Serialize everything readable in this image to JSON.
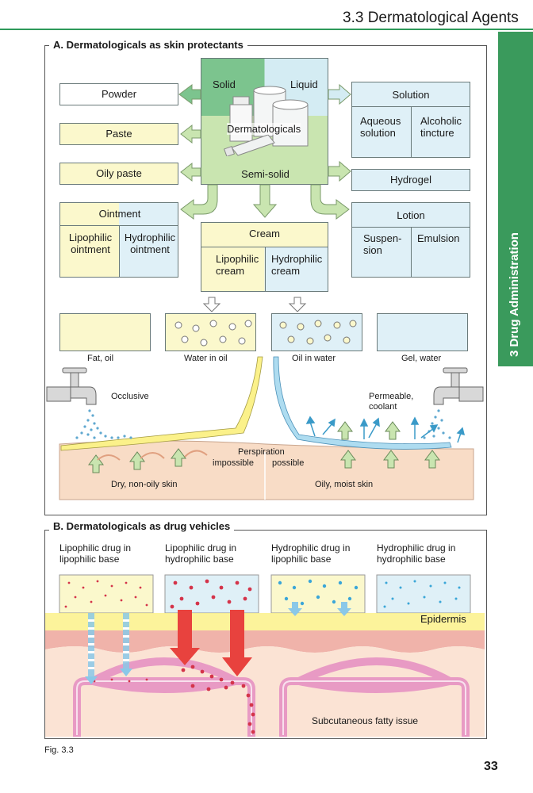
{
  "header": {
    "section": "3.3  Dermatological Agents"
  },
  "sidebar": {
    "label": "3  Drug Administration"
  },
  "panel_a": {
    "title": "A. Dermatologicals as skin protectants",
    "left_boxes": {
      "powder": "Powder",
      "paste": "Paste",
      "oily_paste": "Oily paste",
      "ointment": "Ointment",
      "lipophilic_ointment": "Lipophilic ointment",
      "hydrophilic_ointment": "Hydrophilic ointment"
    },
    "center": {
      "solid": "Solid",
      "liquid": "Liquid",
      "dermatologicals": "Dermatologicals",
      "semi_solid": "Semi-solid",
      "cream": "Cream",
      "lipophilic_cream": "Lipophilic cream",
      "hydrophilic_cream": "Hydrophilic cream"
    },
    "right_boxes": {
      "solution": "Solution",
      "aqueous": "Aqueous solution",
      "alcoholic": "Alcoholic tincture",
      "hydrogel": "Hydrogel",
      "lotion": "Lotion",
      "suspension": "Suspen- sion",
      "emulsion": "Emulsion"
    },
    "swatches": {
      "fat_oil": "Fat, oil",
      "water_in_oil": "Water in oil",
      "oil_in_water": "Oil in water",
      "gel_water": "Gel, water"
    },
    "scene": {
      "occlusive": "Occlusive",
      "permeable": "Permeable, coolant",
      "perspiration": "Perspiration",
      "impossible": "impossible",
      "possible": "possible",
      "dry_skin": "Dry, non-oily skin",
      "oily_skin": "Oily, moist skin"
    }
  },
  "panel_b": {
    "title": "B. Dermatologicals as drug vehicles",
    "columns": [
      "Lipophilic drug in lipophilic base",
      "Lipophilic drug in hydrophilic base",
      "Hydrophilic drug in lipophilic base",
      "Hydrophilic drug in hydrophilic base"
    ],
    "epidermis": "Epidermis",
    "subcutaneous": "Subcutaneous fatty issue"
  },
  "footer": {
    "fig": "Fig. 3.3",
    "page": "33"
  }
}
